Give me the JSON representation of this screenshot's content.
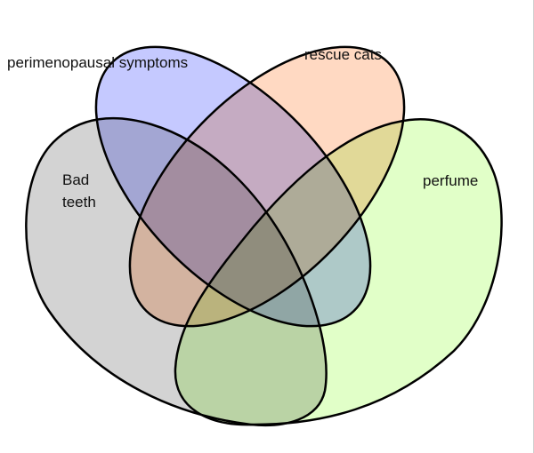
{
  "diagram": {
    "type": "venn-4",
    "sets": [
      {
        "id": "bad-teeth",
        "label_lines": [
          "Bad",
          "teeth"
        ],
        "fill": "#d3d3d3"
      },
      {
        "id": "perimenopausal-symptoms",
        "label_lines": [
          "perimenopausal symptoms"
        ],
        "fill": "#c5c9ff"
      },
      {
        "id": "rescue-cats",
        "label_lines": [
          "rescue cats"
        ],
        "fill": "#ffd9c2"
      },
      {
        "id": "perfume",
        "label_lines": [
          "perfume"
        ],
        "fill": "#e1ffc8"
      }
    ]
  }
}
